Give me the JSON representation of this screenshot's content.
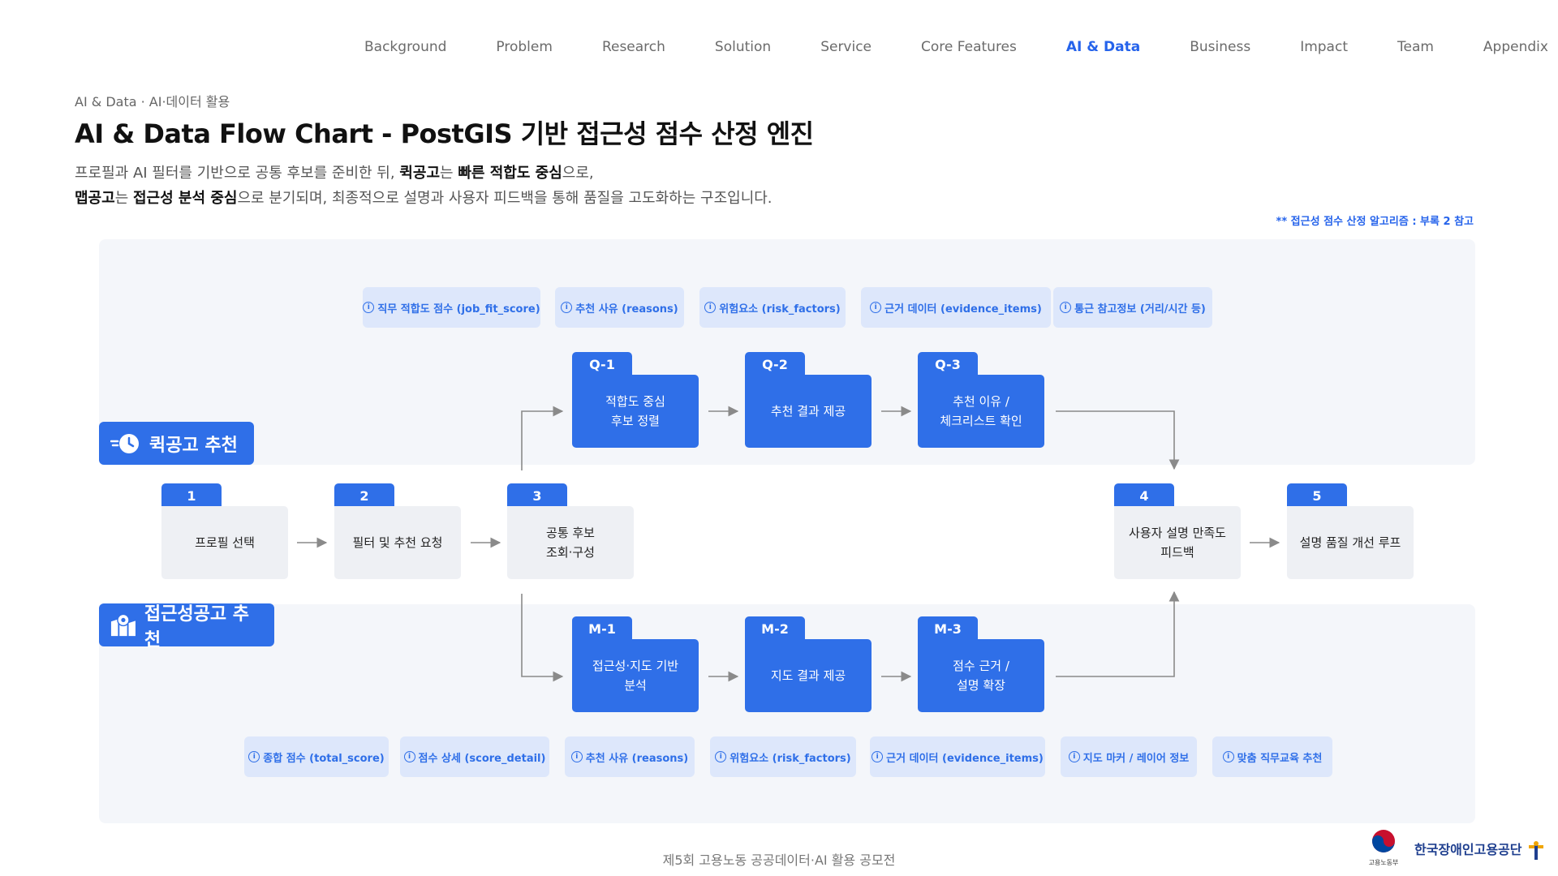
{
  "nav": [
    "Background",
    "Problem",
    "Research",
    "Solution",
    "Service",
    "Core Features",
    "AI & Data",
    "Business",
    "Impact",
    "Team",
    "Appendix"
  ],
  "nav_active": "AI & Data",
  "eyebrow": "AI & Data · AI·데이터 활용",
  "title": "AI & Data Flow Chart - PostGIS 기반 접근성 점수 산정 엔진",
  "description": {
    "l1_a": "프로필과 AI 필터를 기반으로 공통 후보를 준비한 뒤, ",
    "l1_b": "퀵공고",
    "l1_c": "는 ",
    "l1_d": "빠른 적합도 중심",
    "l1_e": "으로,",
    "l2_a": "맵공고",
    "l2_b": "는 ",
    "l2_c": "접근성 분석 중심",
    "l2_d": "으로 분기되며, 최종적으로 설명과 사용자 피드백을 통해 품질을 고도화하는 구조입니다."
  },
  "note": "** 접근성 점수 산정 알고리즘 : 부록 2 참고",
  "lanes": {
    "quick": "퀵공고 추천",
    "access": "접근성공고 추천"
  },
  "top_chips": [
    "직무 적합도 점수 (job_fit_score)",
    "추천 사유 (reasons)",
    "위험요소 (risk_factors)",
    "근거 데이터 (evidence_items)",
    "통근 참고정보 (거리/시간 등)"
  ],
  "bottom_chips": [
    "종합 점수 (total_score)",
    "점수 상세 (score_detail)",
    "추천 사유 (reasons)",
    "위험요소 (risk_factors)",
    "근거 데이터 (evidence_items)",
    "지도 마커 / 레이어 정보",
    "맞춤 직무교육 추천"
  ],
  "nodes": {
    "n1": {
      "tag": "1",
      "label": "프로필 선택"
    },
    "n2": {
      "tag": "2",
      "label": "필터 및 추천 요청"
    },
    "n3": {
      "tag": "3",
      "label": "공통 후보\n조회·구성"
    },
    "n4": {
      "tag": "4",
      "label": "사용자 설명 만족도\n피드백"
    },
    "n5": {
      "tag": "5",
      "label": "설명 품질 개선 루프"
    },
    "q1": {
      "tag": "Q-1",
      "label": "적합도 중심\n후보 정렬"
    },
    "q2": {
      "tag": "Q-2",
      "label": "추천 결과 제공"
    },
    "q3": {
      "tag": "Q-3",
      "label": "추천 이유 /\n체크리스트 확인"
    },
    "m1": {
      "tag": "M-1",
      "label": "접근성·지도 기반\n분석"
    },
    "m2": {
      "tag": "M-2",
      "label": "지도 결과 제공"
    },
    "m3": {
      "tag": "M-3",
      "label": "점수 근거 /\n설명 확장"
    }
  },
  "footer": "제5회 고용노동 공공데이터·AI 활용 공모전",
  "logos": {
    "gov": "고용노동부",
    "kead": "한국장애인고용공단"
  },
  "colors": {
    "accent": "#2f6fe8",
    "panel": "#f4f6fa",
    "chip": "#dde7fb"
  }
}
